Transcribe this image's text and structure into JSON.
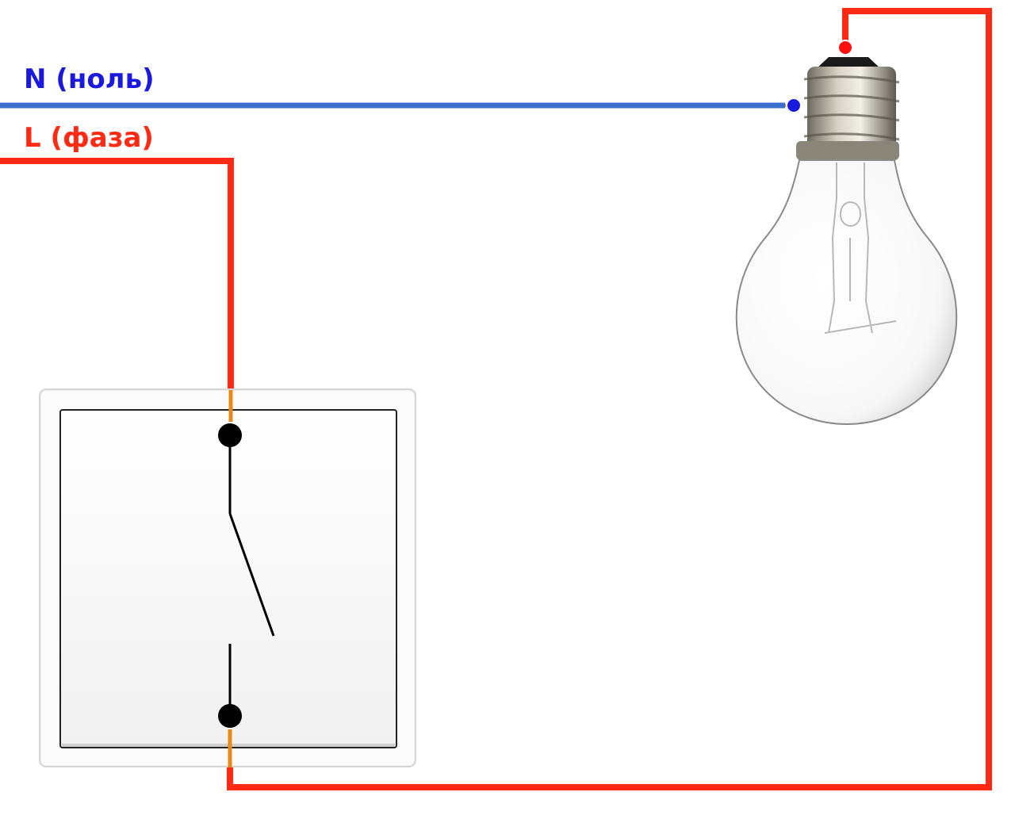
{
  "labels": {
    "neutral": "N (ноль)",
    "phase": "L (фаза)"
  },
  "colors": {
    "neutral_wire": "#3a6fd0",
    "neutral_text": "#1a1adf",
    "phase_wire": "#ff2a14",
    "phase_text": "#ff2a14",
    "terminal_wire": "#e88a1a",
    "switch_contact": "#000000",
    "socket_base": "#b8b4a8"
  },
  "components": {
    "switch": {
      "state": "open"
    },
    "lamp": {
      "type": "incandescent"
    }
  }
}
